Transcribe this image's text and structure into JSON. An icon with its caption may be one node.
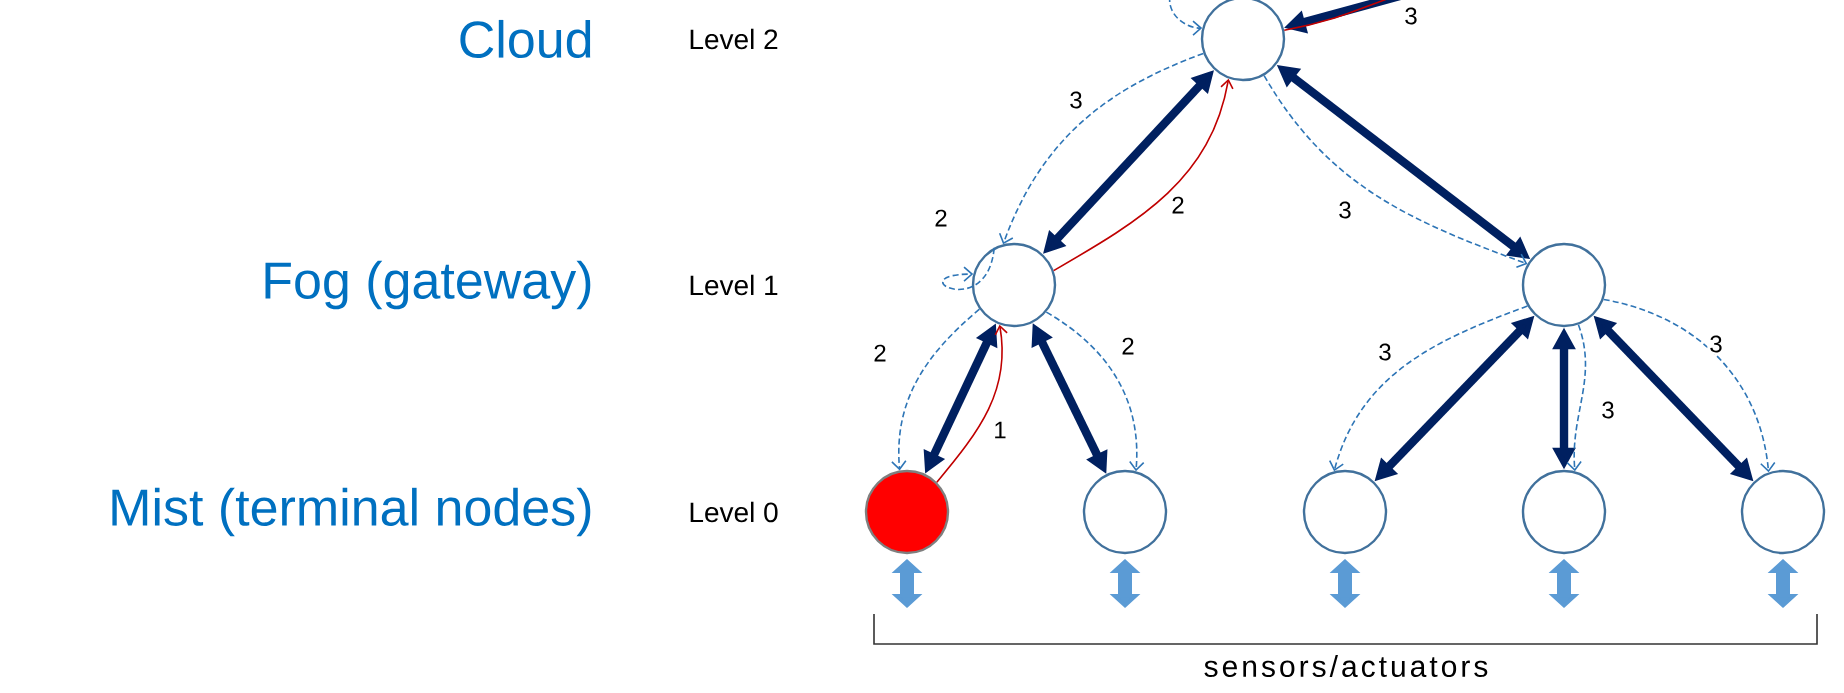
{
  "diagram": {
    "nodes": [
      {
        "text": [],
        "shape": "circle"
      },
      {
        "text": [],
        "shape": "circle"
      },
      {
        "text": [],
        "shape": "circle"
      },
      {
        "text": [],
        "shape": "circle"
      },
      {
        "text": [],
        "shape": "circle"
      },
      {
        "text": [],
        "shape": "circle"
      },
      {
        "text": [],
        "shape": "circle"
      },
      {
        "text": [],
        "shape": "circle"
      }
    ],
    "edges": [
      {
        "from": 0,
        "to": 1,
        "arrow": "both",
        "style": "thick"
      },
      {
        "from": 0,
        "to": 2,
        "arrow": "both",
        "style": "thick"
      },
      {
        "from": 1,
        "to": 3,
        "arrow": "both",
        "style": "thick"
      },
      {
        "from": 1,
        "to": 4,
        "arrow": "both",
        "style": "thick"
      },
      {
        "from": 2,
        "to": 5,
        "arrow": "both",
        "style": "thick"
      },
      {
        "from": 2,
        "to": 6,
        "arrow": "both",
        "style": "thick"
      },
      {
        "from": 2,
        "to": 7,
        "arrow": "both",
        "style": "thick"
      },
      {
        "from": null,
        "to": 0,
        "arrow": "to",
        "style": "thick"
      },
      {
        "from": 3,
        "to": 1,
        "arrow": "to",
        "label": "1",
        "color": "#c00000"
      },
      {
        "from": 1,
        "to": 0,
        "arrow": "to",
        "label": "2",
        "color": "#c00000"
      },
      {
        "from": 0,
        "to": null,
        "arrow": "none",
        "label": "3",
        "color": "#c00000"
      },
      {
        "from": 0,
        "to": 1,
        "arrow": "to",
        "label": "3",
        "style": "dashed",
        "color": "#2e75b6"
      },
      {
        "from": 0,
        "to": 2,
        "arrow": "to",
        "label": "3",
        "style": "dashed",
        "color": "#2e75b6"
      },
      {
        "from": 1,
        "to": 1,
        "arrow": "to",
        "label": "2",
        "style": "dashed",
        "color": "#2e75b6"
      },
      {
        "from": 1,
        "to": 3,
        "arrow": "to",
        "label": "2",
        "style": "dashed",
        "color": "#2e75b6"
      },
      {
        "from": 1,
        "to": 4,
        "arrow": "to",
        "label": "2",
        "style": "dashed",
        "color": "#2e75b6"
      },
      {
        "from": 2,
        "to": 5,
        "arrow": "to",
        "label": "3",
        "style": "dashed",
        "color": "#2e75b6"
      },
      {
        "from": 2,
        "to": 6,
        "arrow": "to",
        "label": "3",
        "style": "dashed",
        "color": "#2e75b6"
      },
      {
        "from": 2,
        "to": 7,
        "arrow": "to",
        "label": "3",
        "style": "dashed",
        "color": "#2e75b6"
      },
      {
        "from": null,
        "to": 0,
        "arrow": "to",
        "style": "dashed",
        "color": "#2e75b6"
      }
    ],
    "labels": [
      "Cloud",
      "Level 2",
      "Fog (gateway)",
      "Level 1",
      "Mist (terminal nodes)",
      "Level 0",
      "sensors/actuators"
    ]
  }
}
